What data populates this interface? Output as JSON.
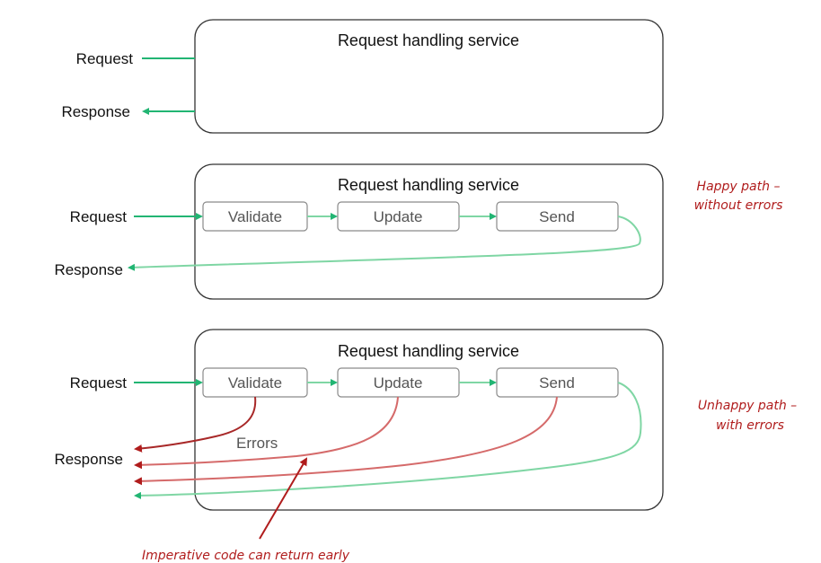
{
  "panels": [
    {
      "title": "Request handling service",
      "request_label": "Request",
      "response_label": "Response"
    },
    {
      "title": "Request handling service",
      "request_label": "Request",
      "response_label": "Response",
      "steps": [
        "Validate",
        "Update",
        "Send"
      ],
      "annotation": [
        "Happy path –",
        "without errors"
      ]
    },
    {
      "title": "Request handling service",
      "request_label": "Request",
      "response_label": "Response",
      "steps": [
        "Validate",
        "Update",
        "Send"
      ],
      "errors_label": "Errors",
      "annotation": [
        "Unhappy path –",
        "with errors"
      ]
    }
  ],
  "bottom_annotation": "Imperative code can return early",
  "colors": {
    "success_arrow": "#22b573",
    "success_curve": "#7fd6a4",
    "error_arrow": "#c23a3a",
    "error_curve": "#d56a6a",
    "annotation": "#b01c1c",
    "box_border": "#333333",
    "step_border": "#8a8a8a"
  }
}
